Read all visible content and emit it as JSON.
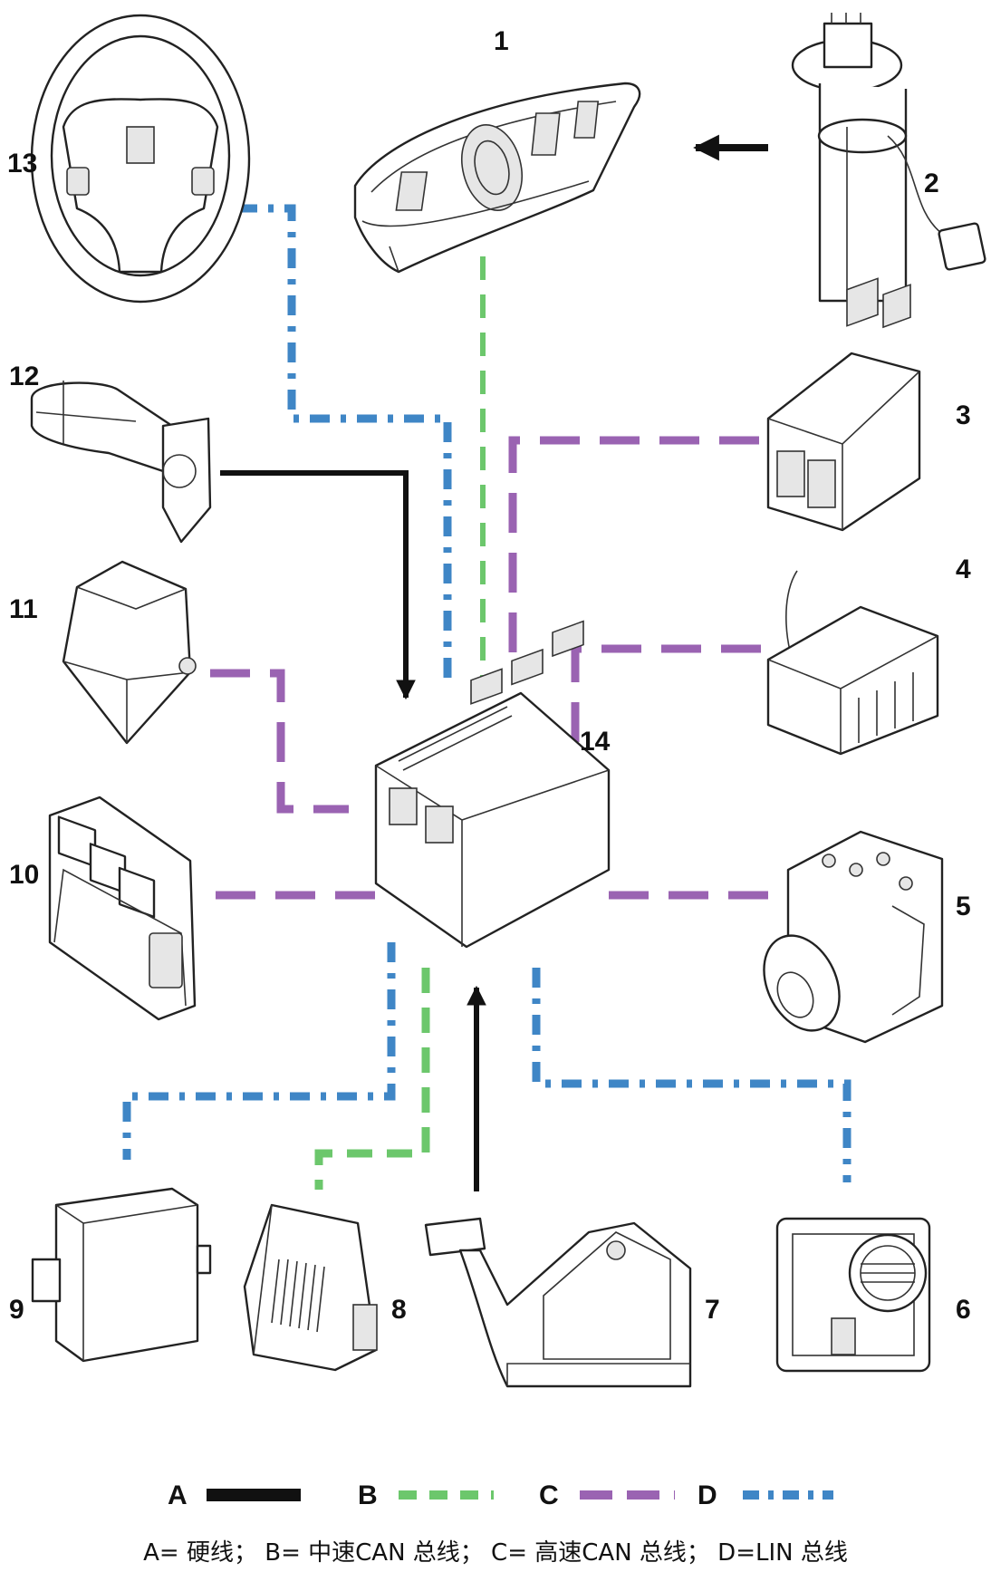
{
  "colors": {
    "A": "#111111",
    "B": "#6cc76c",
    "C": "#9a63b2",
    "D": "#3f86c6"
  },
  "components": [
    {
      "id": "1",
      "label": "1",
      "icon": "instrument-cluster-icon"
    },
    {
      "id": "2",
      "label": "2",
      "icon": "fuel-pump-sender-icon"
    },
    {
      "id": "3",
      "label": "3",
      "icon": "control-module-icon"
    },
    {
      "id": "4",
      "label": "4",
      "icon": "fuse-relay-box-icon"
    },
    {
      "id": "5",
      "label": "5",
      "icon": "abs-modulator-icon"
    },
    {
      "id": "6",
      "label": "6",
      "icon": "light-switch-icon"
    },
    {
      "id": "7",
      "label": "7",
      "icon": "brake-pedal-icon"
    },
    {
      "id": "8",
      "label": "8",
      "icon": "radio-module-icon"
    },
    {
      "id": "9",
      "label": "9",
      "icon": "module-box-icon"
    },
    {
      "id": "10",
      "label": "10",
      "icon": "engine-control-module-icon"
    },
    {
      "id": "11",
      "label": "11",
      "icon": "airbag-module-icon"
    },
    {
      "id": "12",
      "label": "12",
      "icon": "column-switch-icon"
    },
    {
      "id": "13",
      "label": "13",
      "icon": "steering-wheel-icon"
    },
    {
      "id": "14",
      "label": "14",
      "icon": "body-control-module-icon"
    }
  ],
  "legend": {
    "A": "A",
    "B": "B",
    "C": "C",
    "D": "D",
    "caption": "A= 硬线； B= 中速CAN 总线； C= 高速CAN 总线； D=LIN 总线"
  }
}
